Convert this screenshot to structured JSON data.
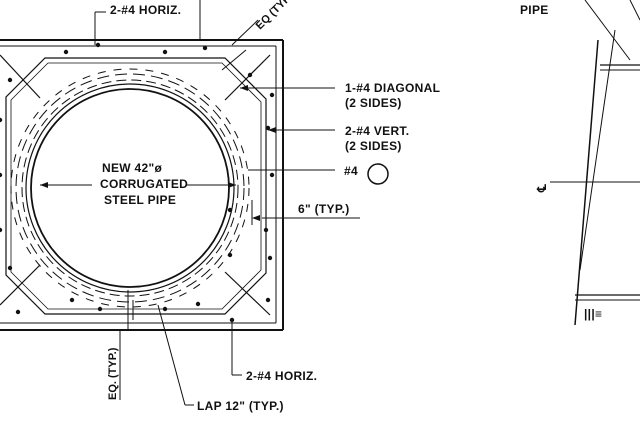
{
  "labels": {
    "top_horiz": "2-#4 HORIZ.",
    "top_eq": "EQ (TYP.)",
    "diagonal_1": "1-#4 DIAGONAL",
    "diagonal_2": "(2 SIDES)",
    "vert_1": "2-#4 VERT.",
    "vert_2": "(2 SIDES)",
    "bar_size": "#4",
    "pipe_1": "NEW 42\"ø",
    "pipe_2": "CORRUGATED",
    "pipe_3": "STEEL PIPE",
    "spacing": "6\" (TYP.)",
    "bottom_eq": "EQ. (TYP.)",
    "bottom_horiz": "2-#4 HORIZ.",
    "lap": "LAP 12\" (TYP.)",
    "top_right_pipe": "PIPE",
    "centerline": "℄",
    "bottom_right_mark": "|||≡"
  }
}
